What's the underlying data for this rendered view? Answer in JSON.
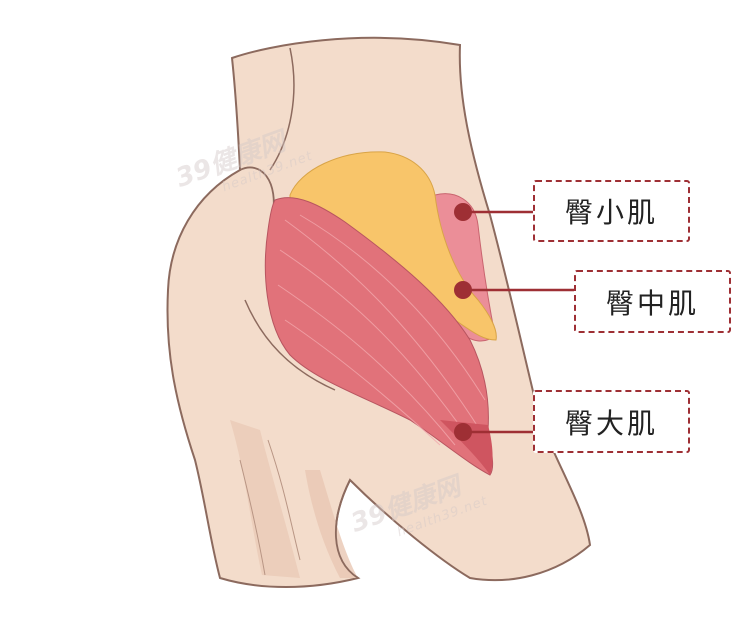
{
  "labels": {
    "gluteus_minimus": "臀小肌",
    "gluteus_medius": "臀中肌",
    "gluteus_maximus": "臀大肌"
  },
  "watermark": {
    "brand": "39健康网",
    "url": "health39.net"
  },
  "colors": {
    "skin": "#f3dccb",
    "skin_shadow": "#e8c7b3",
    "outline": "#8c6a5e",
    "gluteus_medius": "#f8c56a",
    "gluteus_minimus": "#eb8e98",
    "gluteus_maximus": "#e1727a",
    "marker": "#9e2f34"
  }
}
